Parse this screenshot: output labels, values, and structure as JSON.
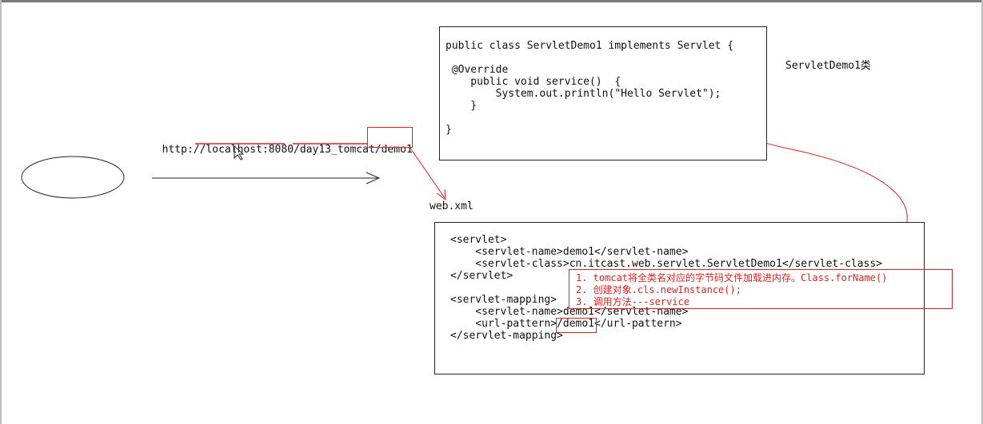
{
  "url": {
    "prefix": "http://",
    "host": "localhost:8080",
    "sep1": "/",
    "context": "day13_tomcat",
    "sep2": "/",
    "resource": "demo1"
  },
  "class_label": "ServletDemo1类",
  "webxml_label": "web.xml",
  "servlet_code": [
    "public class ServletDemo1 implements Servlet {",
    "",
    " @Override",
    "    public void service()  {",
    "        System.out.println(\"Hello Servlet\");",
    "    }",
    "",
    "}"
  ],
  "webxml_code": [
    "<servlet>",
    "    <servlet-name>demo1</servlet-name>",
    "    <servlet-class>cn.itcast.web.servlet.ServletDemo1</servlet-class>",
    "</servlet>",
    "",
    "<servlet-mapping>",
    "    <servlet-name>demo1</servlet-name>",
    "    <url-pattern>/demo1</url-pattern>",
    "</servlet-mapping>"
  ],
  "notes": [
    "1. tomcat将全类名对应的字节码文件加载进内存。Class.forName()",
    "2. 创建对象.cls.newInstance();",
    "3. 调用方法---service"
  ],
  "colors": {
    "annotation": "#e02020",
    "line": "#222222"
  }
}
